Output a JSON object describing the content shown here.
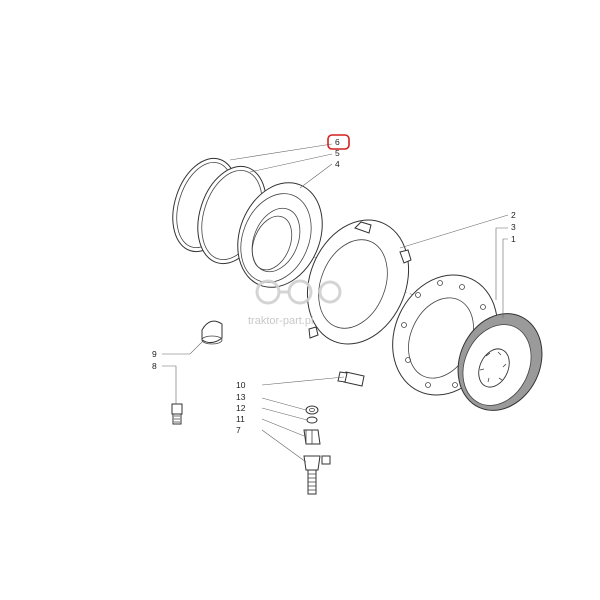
{
  "callouts": {
    "c6": "6",
    "c5": "5",
    "c4": "4",
    "c2": "2",
    "c3": "3",
    "c1": "1",
    "c9": "9",
    "c8": "8",
    "c10": "10",
    "c13": "13",
    "c12": "12",
    "c11": "11",
    "c7": "7"
  },
  "highlighted_callout": "6",
  "watermark": "traktor-part.pl",
  "colors": {
    "highlight": "#d42020",
    "lines": "#333333",
    "watermark": "#c9c9c9"
  }
}
